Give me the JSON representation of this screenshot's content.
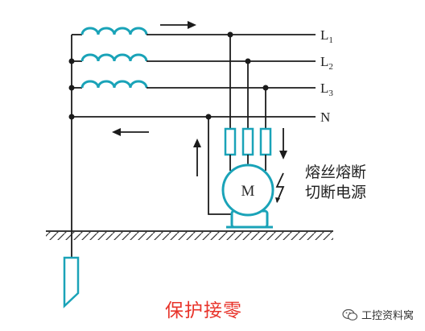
{
  "diagram": {
    "lines": [
      {
        "letter": "L",
        "sub": "1"
      },
      {
        "letter": "L",
        "sub": "2"
      },
      {
        "letter": "L",
        "sub": "3"
      },
      {
        "letter": "N",
        "sub": ""
      }
    ],
    "motor_label": "M",
    "note_line1": "熔丝熔断",
    "note_line2": "切断电源",
    "title": "保护接零",
    "colors": {
      "wire": "#1b1b1b",
      "coil": "#1aa3b8",
      "component": "#1aa3b8",
      "title": "#e8332a"
    }
  },
  "watermark": {
    "icon": "wechat-icon",
    "text": "工控资料窝"
  }
}
